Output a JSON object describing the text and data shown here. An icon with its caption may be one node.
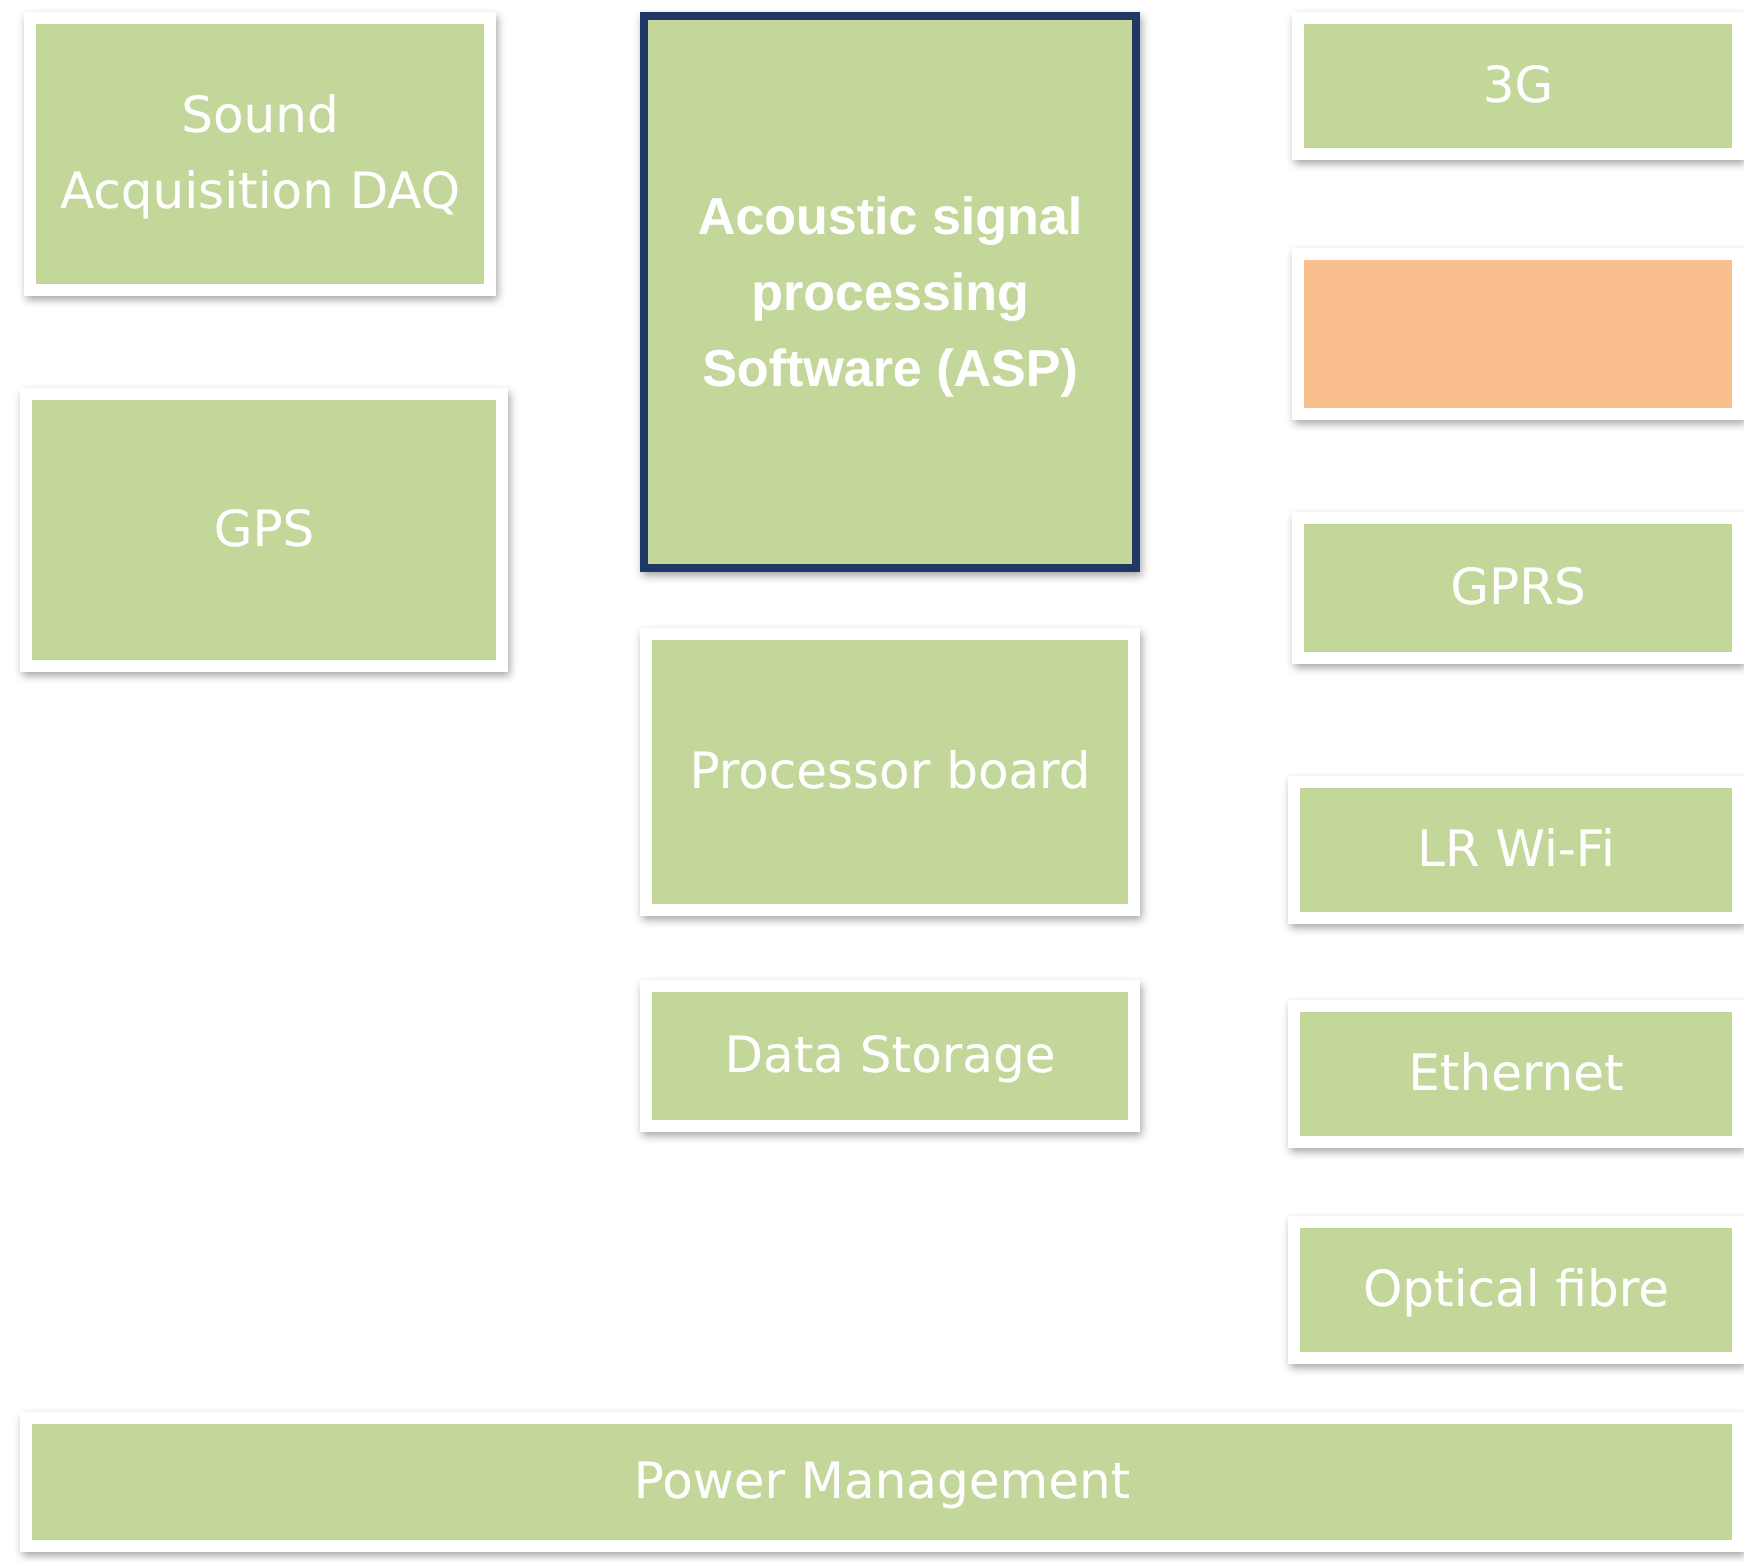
{
  "diagram": {
    "nodes": [
      {
        "text": [
          "Sound Acquisition DAQ"
        ]
      },
      {
        "text": [
          "Acoustic signal processing Software (ASP)"
        ]
      },
      {
        "text": [
          "3G"
        ]
      },
      {
        "text": [],
        "shape": "box"
      },
      {
        "text": [
          "GPS"
        ]
      },
      {
        "text": [
          "GPRS"
        ]
      },
      {
        "text": [
          "Processor board"
        ]
      },
      {
        "text": [
          "LR Wi-Fi"
        ]
      },
      {
        "text": [
          "Data Storage"
        ]
      },
      {
        "text": [
          "Ethernet"
        ]
      },
      {
        "text": [
          "Optical fibre"
        ]
      },
      {
        "text": [
          "Power Management"
        ]
      }
    ]
  }
}
